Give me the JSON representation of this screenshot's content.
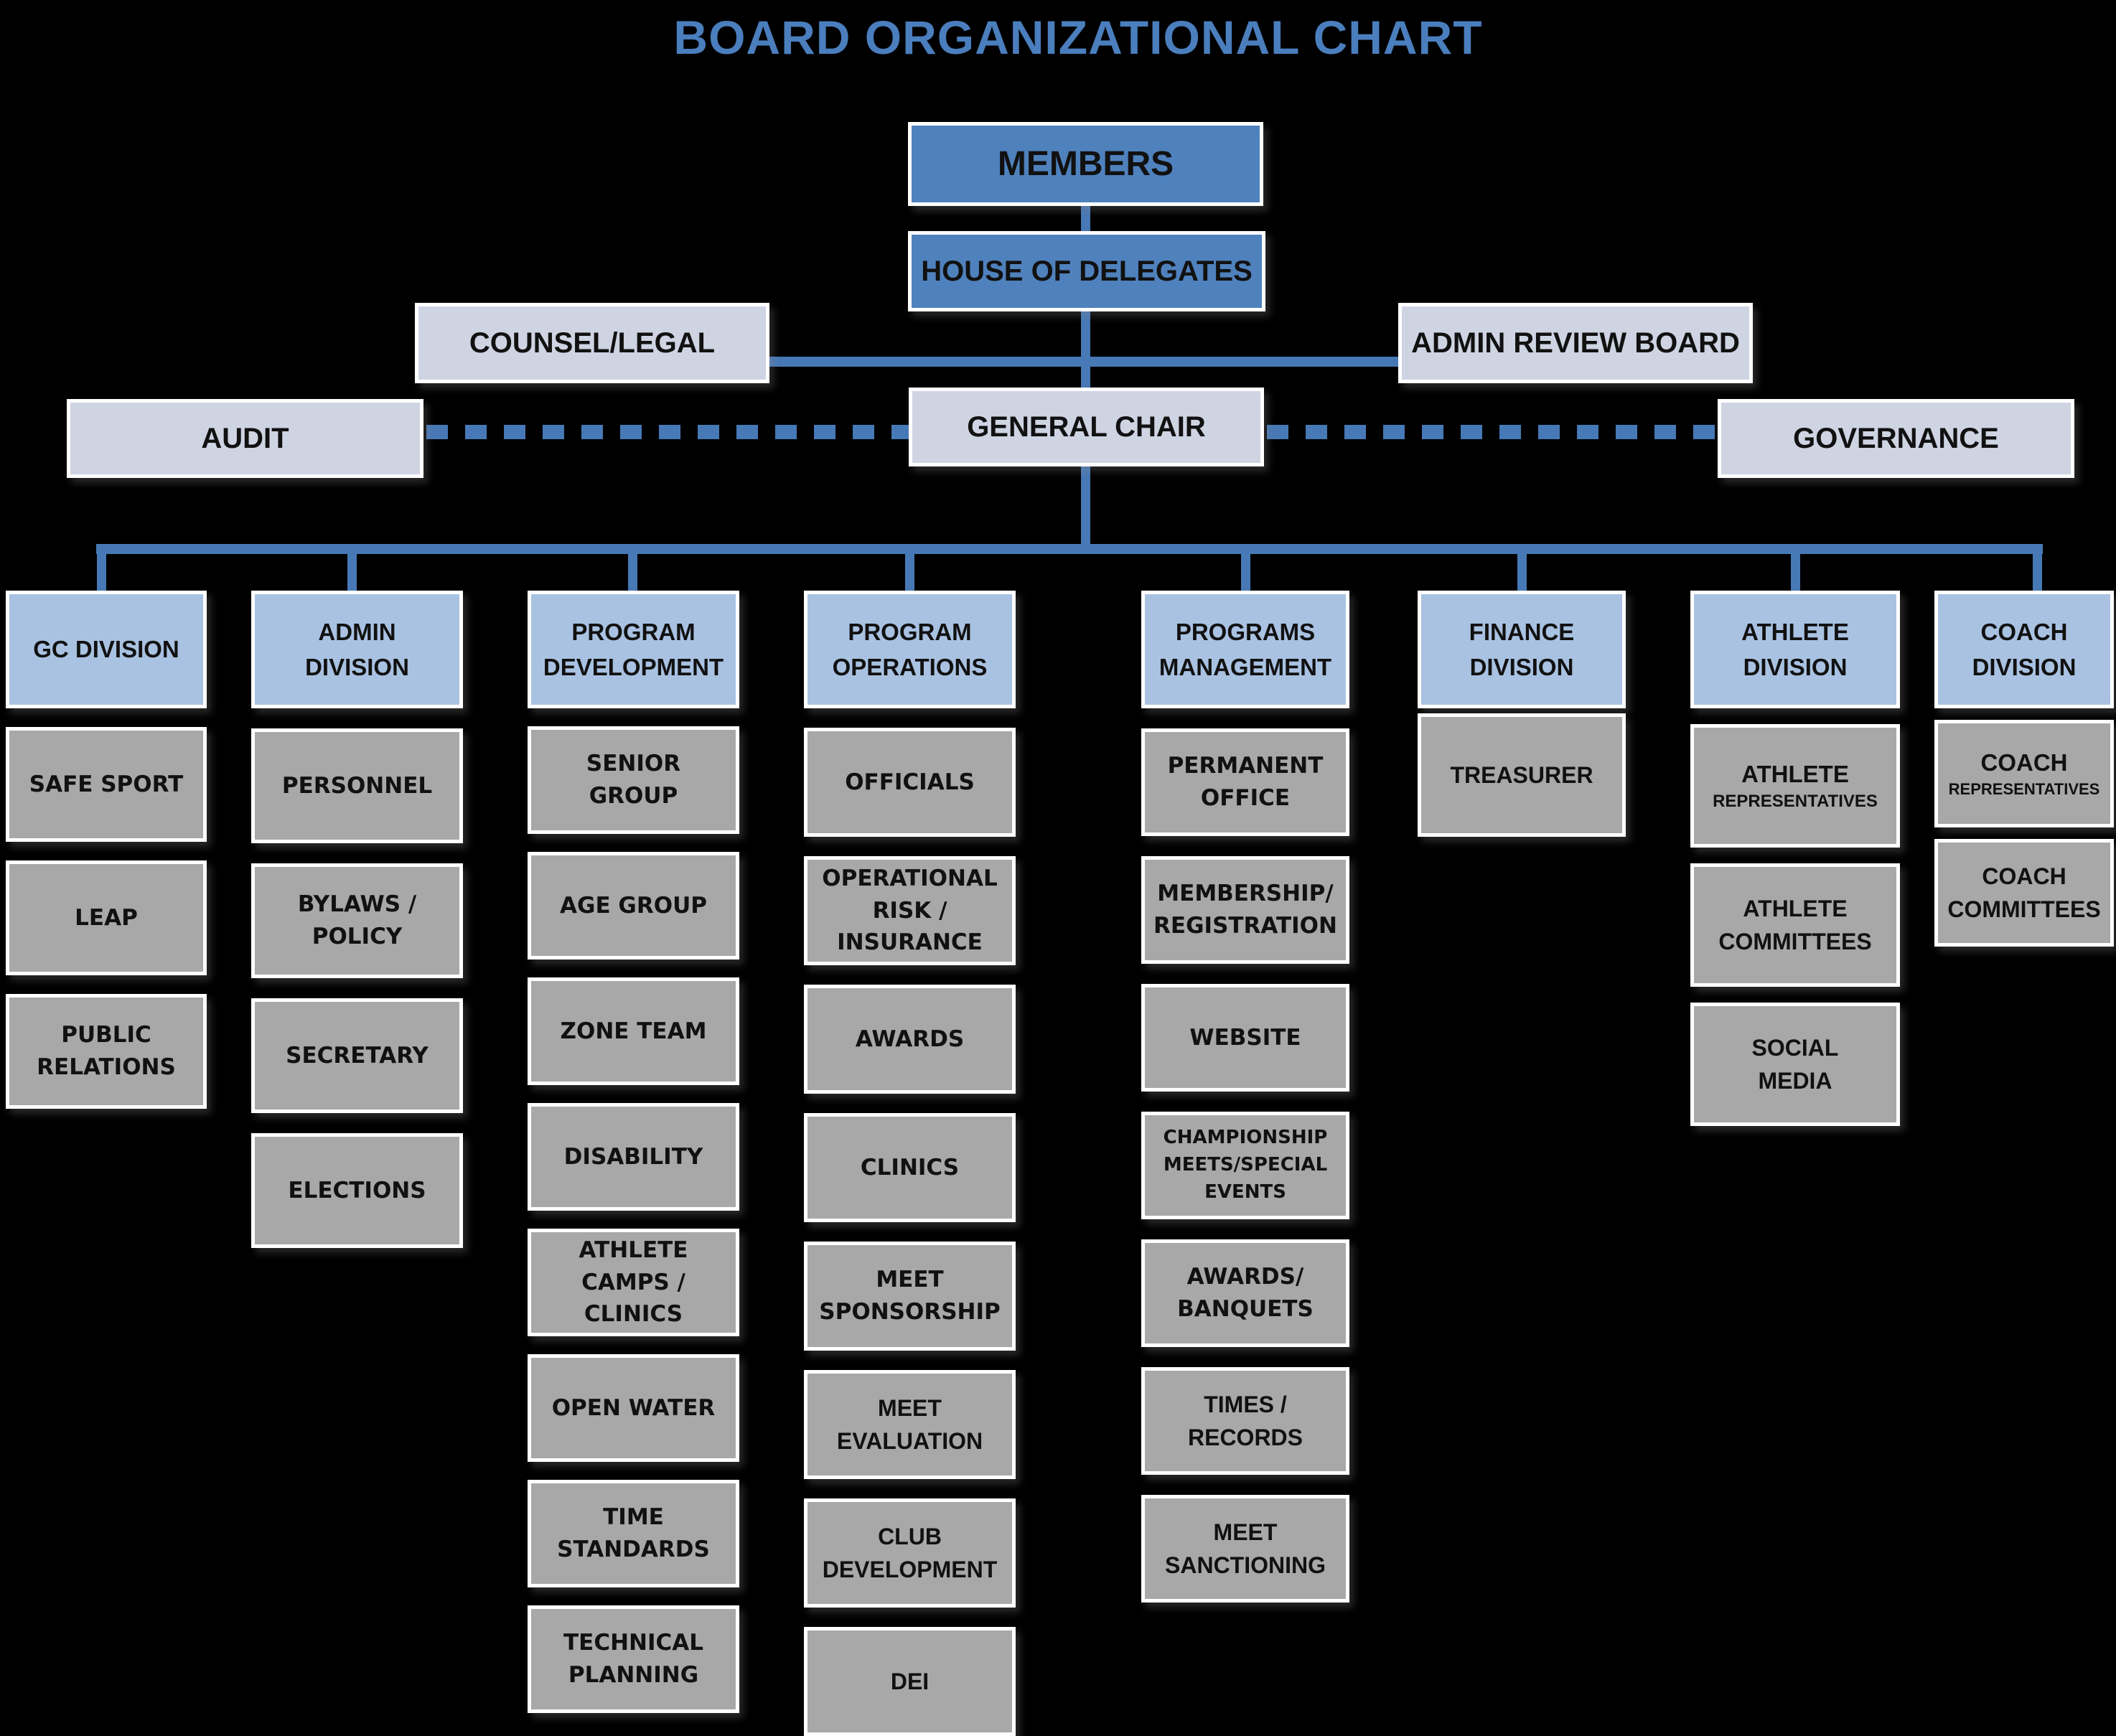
{
  "title": "BOARD ORGANIZATIONAL CHART",
  "colors": {
    "background": "#000000",
    "title_blue": "#4a7ebd",
    "top_box_blue": "#4f81bd",
    "division_header_blue": "#a9c2e2",
    "advisory_lavender": "#cfd4e3",
    "committee_gray": "#a8a8a8",
    "connector_blue": "#4779b6",
    "box_border_white": "#ffffff",
    "text_black": "#111111"
  },
  "top": {
    "members": "MEMBERS",
    "house_of_delegates": "HOUSE OF DELEGATES",
    "counsel_legal": "COUNSEL/LEGAL",
    "admin_review_board": "ADMIN REVIEW BOARD",
    "audit": "AUDIT",
    "general_chair": "GENERAL CHAIR",
    "governance": "GOVERNANCE"
  },
  "columns": [
    {
      "header": "GC DIVISION",
      "items": [
        "SAFE SPORT",
        "LEAP",
        "PUBLIC RELATIONS"
      ]
    },
    {
      "header": "ADMIN DIVISION",
      "items": [
        "PERSONNEL",
        "BYLAWS / POLICY",
        "SECRETARY",
        "ELECTIONS"
      ]
    },
    {
      "header": "PROGRAM DEVELOPMENT",
      "items": [
        "SENIOR GROUP",
        "AGE GROUP",
        "ZONE TEAM",
        "DISABILITY",
        "ATHLETE CAMPS / CLINICS",
        "OPEN WATER",
        "TIME STANDARDS",
        "TECHNICAL PLANNING"
      ]
    },
    {
      "header": "PROGRAM OPERATIONS",
      "items": [
        "OFFICIALS",
        "OPERATIONAL RISK / INSURANCE",
        "AWARDS",
        "CLINICS",
        "MEET SPONSORSHIP",
        "MEET EVALUATION",
        "CLUB DEVELOPMENT",
        "DEI"
      ]
    },
    {
      "header": "PROGRAMS MANAGEMENT",
      "items": [
        "PERMANENT OFFICE",
        "MEMBERSHIP/ REGISTRATION",
        "WEBSITE",
        "CHAMPIONSHIP MEETS/SPECIAL EVENTS",
        "AWARDS/ BANQUETS",
        "TIMES / RECORDS",
        "MEET SANCTIONING"
      ]
    },
    {
      "header": "FINANCE DIVISION",
      "items": [
        "TREASURER"
      ]
    },
    {
      "header": "ATHLETE DIVISION",
      "items": [
        {
          "line1": "ATHLETE",
          "line2": "REPRESENTATIVES"
        },
        "ATHLETE COMMITTEES",
        "SOCIAL MEDIA"
      ]
    },
    {
      "header": "COACH DIVISION",
      "items": [
        {
          "line1": "COACH",
          "line2": "REPRESENTATIVES"
        },
        "COACH COMMITTEES"
      ]
    }
  ]
}
